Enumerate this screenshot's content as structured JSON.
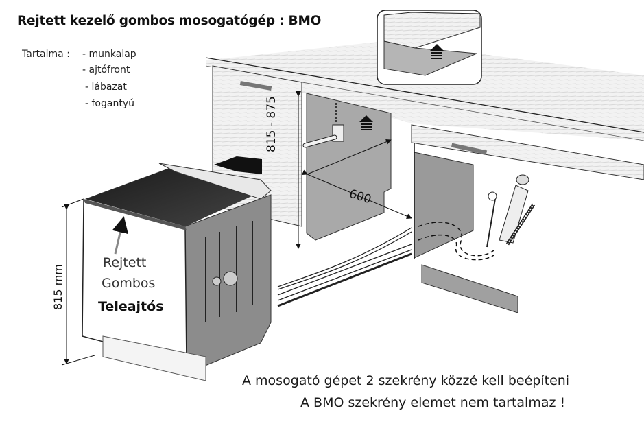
{
  "title": "Rejtett kezelő gombos mosogatógép : BMO",
  "contents": {
    "label": "Tartalma :",
    "items": [
      "- munkalap",
      "- ajtófront",
      "- lábazat",
      "- fogantyú"
    ]
  },
  "callout": {
    "line1": "Rejtett",
    "line2": "Gombos",
    "line3": "Teleajtós"
  },
  "dimensions": {
    "niche_height": "815 - 875",
    "niche_width": "600",
    "appliance_height": "815 mm"
  },
  "notes": [
    "A mosogató gépet 2 szekrény közzé kell beépíteni",
    "A BMO szekrény elemet nem tartalmaz !"
  ],
  "illustration": {
    "subject": "integrated dishwasher installation into kitchen cabinet niche",
    "inset": "worktop edge with protective strip arrow"
  }
}
